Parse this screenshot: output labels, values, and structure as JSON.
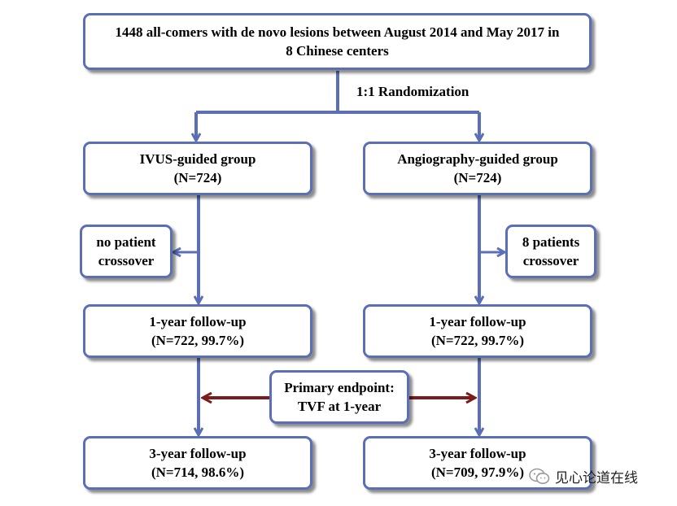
{
  "top_box": {
    "line1": "1448 all-comers with de novo lesions between August  2014 and May 2017 in",
    "line2": "8 Chinese centers"
  },
  "randomization_label": "1:1 Randomization",
  "left": {
    "group": {
      "line1": "IVUS-guided group",
      "line2": "(N=724)"
    },
    "crossover": {
      "line1": "no patient",
      "line2": "crossover"
    },
    "followup_1yr": {
      "line1": "1-year follow-up",
      "line2": "(N=722, 99.7%)"
    },
    "followup_3yr": {
      "line1": "3-year follow-up",
      "line2": "(N=714, 98.6%)"
    }
  },
  "right": {
    "group": {
      "line1": "Angiography-guided group",
      "line2": "(N=724)"
    },
    "crossover": {
      "line1": "8 patients",
      "line2": "crossover"
    },
    "followup_1yr": {
      "line1": "1-year follow-up",
      "line2": "(N=722, 99.7%)"
    },
    "followup_3yr": {
      "line1": "3-year follow-up",
      "line2": "(N=709, 97.9%)"
    }
  },
  "endpoint": {
    "line1": "Primary endpoint:",
    "line2": "TVF at 1-year"
  },
  "watermark": {
    "text": "见心论道在线",
    "icon": "wechat-icon"
  },
  "colors": {
    "box_border": "#5a6fb5",
    "connector": "#5a6fb5",
    "endpoint_arrow": "#7b1c1c"
  }
}
